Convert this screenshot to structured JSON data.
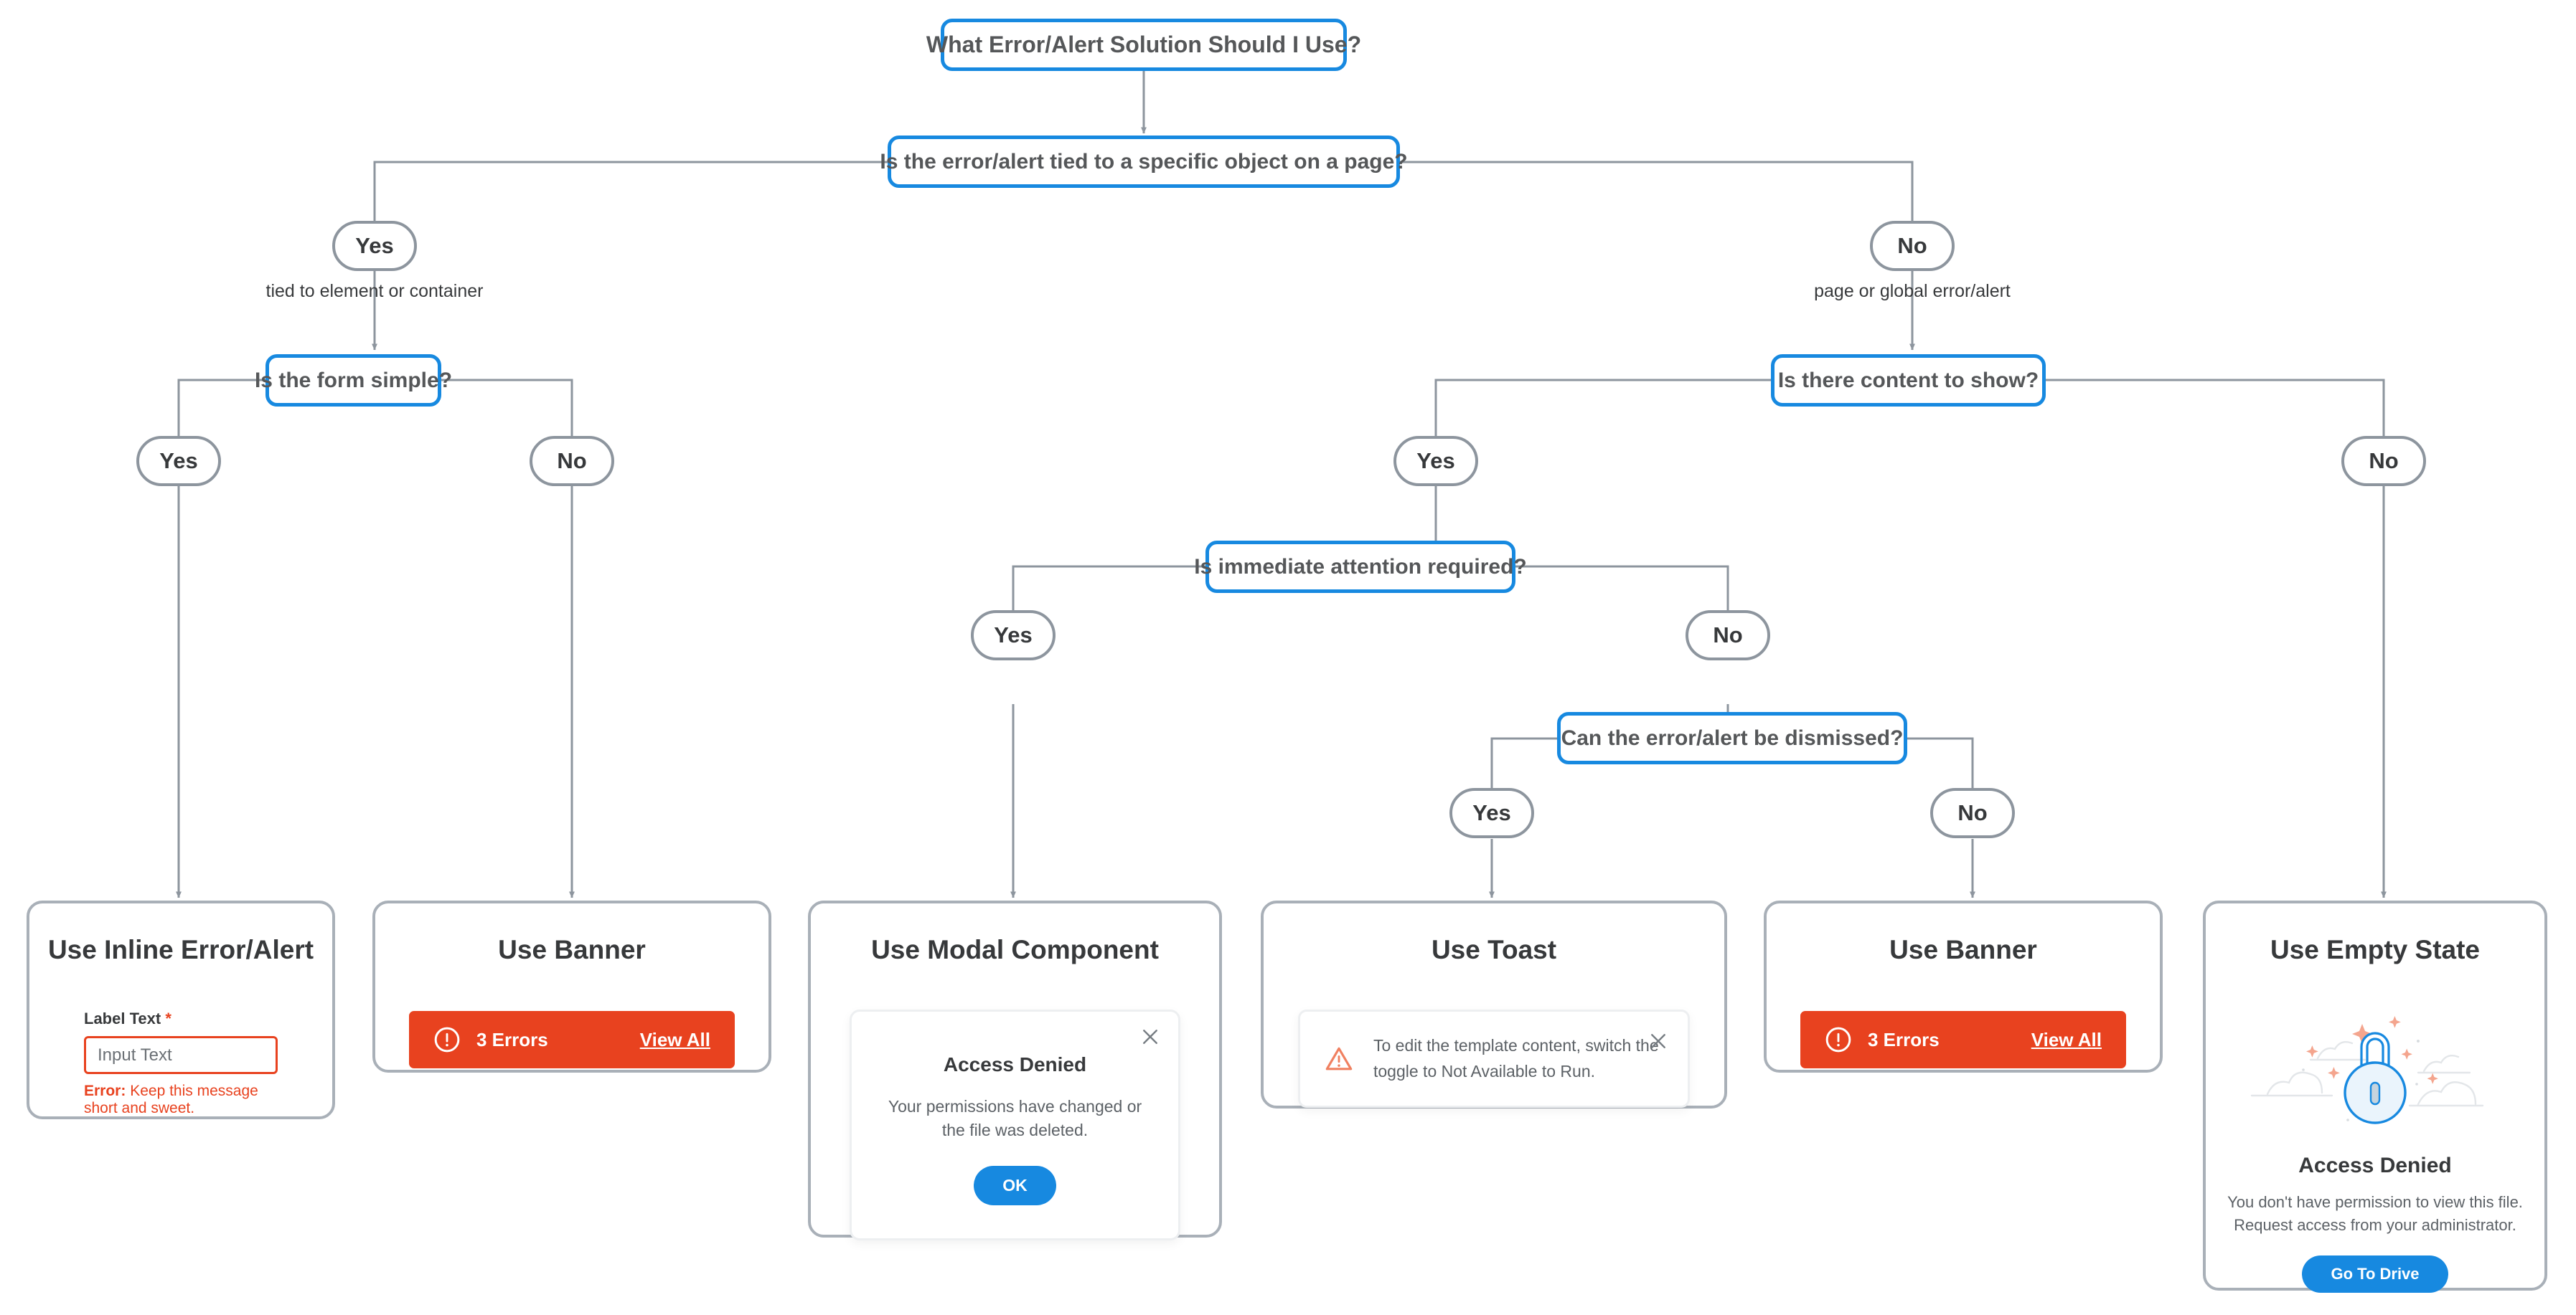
{
  "diagram": {
    "title": "What Error/Alert Solution Should I Use?",
    "decisions": {
      "root": "What Error/Alert Solution Should I Use?",
      "tied_to_object": "Is the error/alert tied to a specific object on a page?",
      "form_simple": "Is the form simple?",
      "content_to_show": "Is there content to show?",
      "immediate_attention": "Is immediate attention required?",
      "can_dismiss": "Can the error/alert be dismissed?"
    },
    "branches": {
      "yes": "Yes",
      "no": "No",
      "note_tied": "tied to element or container",
      "note_global": "page or global error/alert"
    }
  },
  "cards": {
    "inline": {
      "title": "Use Inline Error/Alert",
      "label": "Label Text",
      "required_mark": "*",
      "input_placeholder": "Input Text",
      "error_prefix": "Error:",
      "error_message": "Keep this message short and sweet."
    },
    "banner_left": {
      "title": "Use Banner",
      "count_text": "3 Errors",
      "link_text": "View All",
      "icon": "error-circle-icon",
      "bg_color": "#E8421F"
    },
    "modal": {
      "title": "Use Modal Component",
      "dialog_title": "Access Denied",
      "dialog_body": "Your permissions have changed or the file was deleted.",
      "ok_label": "OK",
      "close_icon": "close-icon",
      "button_color": "#1789E0"
    },
    "toast": {
      "title": "Use Toast",
      "message": "To edit the template content, switch the toggle to Not Available to Run.",
      "icon": "warning-triangle-icon",
      "icon_color": "#F08060",
      "close_icon": "close-icon"
    },
    "banner_right": {
      "title": "Use Banner",
      "count_text": "3 Errors",
      "link_text": "View All",
      "icon": "error-circle-icon",
      "bg_color": "#E8421F"
    },
    "empty": {
      "title": "Use Empty State",
      "state_title": "Access Denied",
      "state_body_line1": "You don't have permission to view this file.",
      "state_body_line2": "Request access from your administrator.",
      "button_label": "Go To Drive",
      "illustration": "lock-illustration",
      "button_color": "#1789E0"
    }
  },
  "colors": {
    "decision_border": "#1789E0",
    "pill_border": "#8D959E",
    "card_border": "#A9B0B8",
    "wire": "#8D959E",
    "error_red": "#E8421F",
    "text_dark": "#37393B"
  }
}
